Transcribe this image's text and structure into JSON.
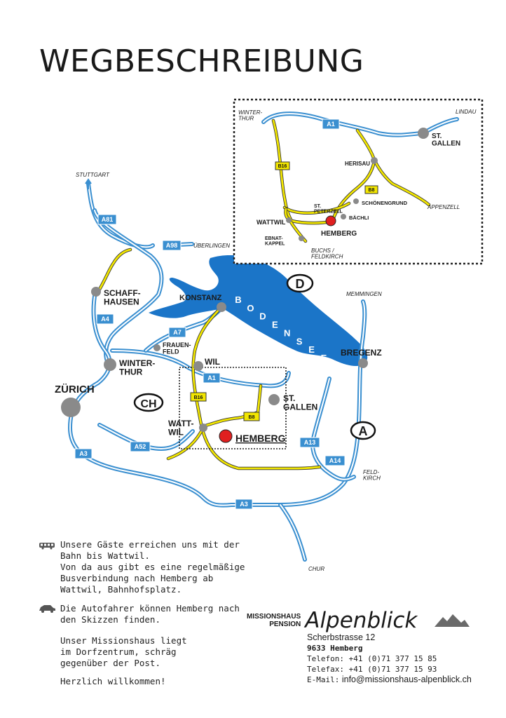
{
  "title": "WEGBESCHREIBUNG",
  "colors": {
    "lake": "#1b75c8",
    "highway": "#3a8fd0",
    "main_road": "#f2e600",
    "town": "#8a8a8a",
    "hemberg": "#e02020"
  },
  "overview_map": {
    "lake_label": "BODENSEE",
    "countries": [
      "D",
      "CH",
      "A"
    ],
    "cities": {
      "zurich": "ZÜRICH",
      "winterthur": "WINTER-\nTHUR",
      "schaffhausen": "SCHAFF-\nHAUSEN",
      "konstanz": "KONSTANZ",
      "frauenfeld": "FRAUEN-\nFELD",
      "wil": "WIL",
      "wattwil": "WATT-\nWIL",
      "stgallen": "ST.\nGALLEN",
      "bregenz": "BREGENZ",
      "hemberg": "HEMBERG"
    },
    "destinations": {
      "stuttgart": "STUTTGART",
      "ueberlingen": "ÜBERLINGEN",
      "memmingen": "MEMMINGEN",
      "feldkirch": "FELD-\nKIRCH",
      "chur": "CHUR"
    },
    "roads": [
      "A81",
      "A98",
      "A4",
      "A7",
      "A1",
      "A3",
      "A52",
      "A3",
      "A13",
      "A14",
      "B16",
      "B8"
    ]
  },
  "detail_map": {
    "places": {
      "winterthur": "WINTER-\nTHUR",
      "lindau": "LINDAU",
      "stgallen": "ST.\nGALLEN",
      "herisau": "HERISAU",
      "schoenengrund": "SCHÖNENGRUND",
      "appenzell": "APPENZELL",
      "stpeterzell": "ST.\nPETERZELL",
      "baechli": "BÄCHLI",
      "wattwil": "WATTWIL",
      "hemberg": "HEMBERG",
      "ebnatkappel": "EBNAT-\nKAPPEL",
      "buchs": "BUCHS /\nFELDKIRCH"
    },
    "roads": [
      "A1",
      "B16",
      "B8"
    ]
  },
  "info": {
    "train_text": "Unsere Gäste erreichen uns mit der\nBahn bis Wattwil.\nVon da aus gibt es eine regelmäßige\nBusverbindung nach Hemberg ab\nWattwil, Bahnhofsplatz.",
    "car_text": "Die Autofahrer können Hemberg nach\nden Skizzen finden.",
    "house_text": "Unser Missionshaus liegt\nim Dorfzentrum, schräg\ngegenüber der Post.",
    "welcome_text": "Herzlich willkommen!"
  },
  "contact": {
    "line1": "MISSIONSHAUS",
    "line2": "PENSION",
    "brand": "Alpenblick",
    "street": "Scherbstrasse 12",
    "city": "9633 Hemberg",
    "phone": "Telefon: +41 (0)71 377 15 85",
    "fax": "Telefax: +41 (0)71 377 15 93",
    "email_label": "E-Mail:",
    "email": "info@missionshaus-alpenblick.ch"
  }
}
